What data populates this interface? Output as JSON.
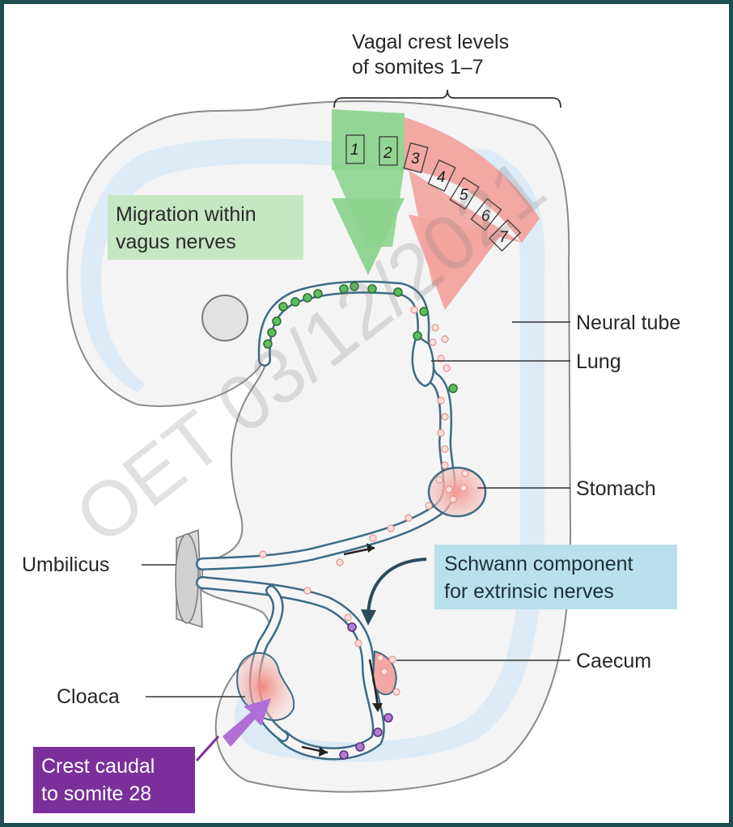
{
  "header": {
    "vagal_title_line1": "Vagal crest levels",
    "vagal_title_line2": "of somites 1–7"
  },
  "somites": [
    "1",
    "2",
    "3",
    "4",
    "5",
    "6",
    "7"
  ],
  "boxes": {
    "migration_line1": "Migration within",
    "migration_line2": "vagus nerves",
    "schwann_line1": "Schwann component",
    "schwann_line2": "for extrinsic nerves",
    "crest_line1": "Crest caudal",
    "crest_line2": "to somite 28"
  },
  "labels": {
    "neural_tube": "Neural tube",
    "lung": "Lung",
    "stomach": "Stomach",
    "umbilicus": "Umbilicus",
    "caecum": "Caecum",
    "cloaca": "Cloaca"
  },
  "watermark": "OET 03/12/2021",
  "colors": {
    "frame": "#1e4f50",
    "green_box": "#c5e8c2",
    "green_arrow": "#8dd48e",
    "red_arrow": "#f2a39e",
    "red_tissue": "#f5b3ae",
    "blue_box": "#b9e0ec",
    "purple_box": "#7a2f9a",
    "neural_tube_blue": "#dcebf6",
    "embryo_fill": "#f4f4f4",
    "gut_outline": "#3d6b85"
  }
}
